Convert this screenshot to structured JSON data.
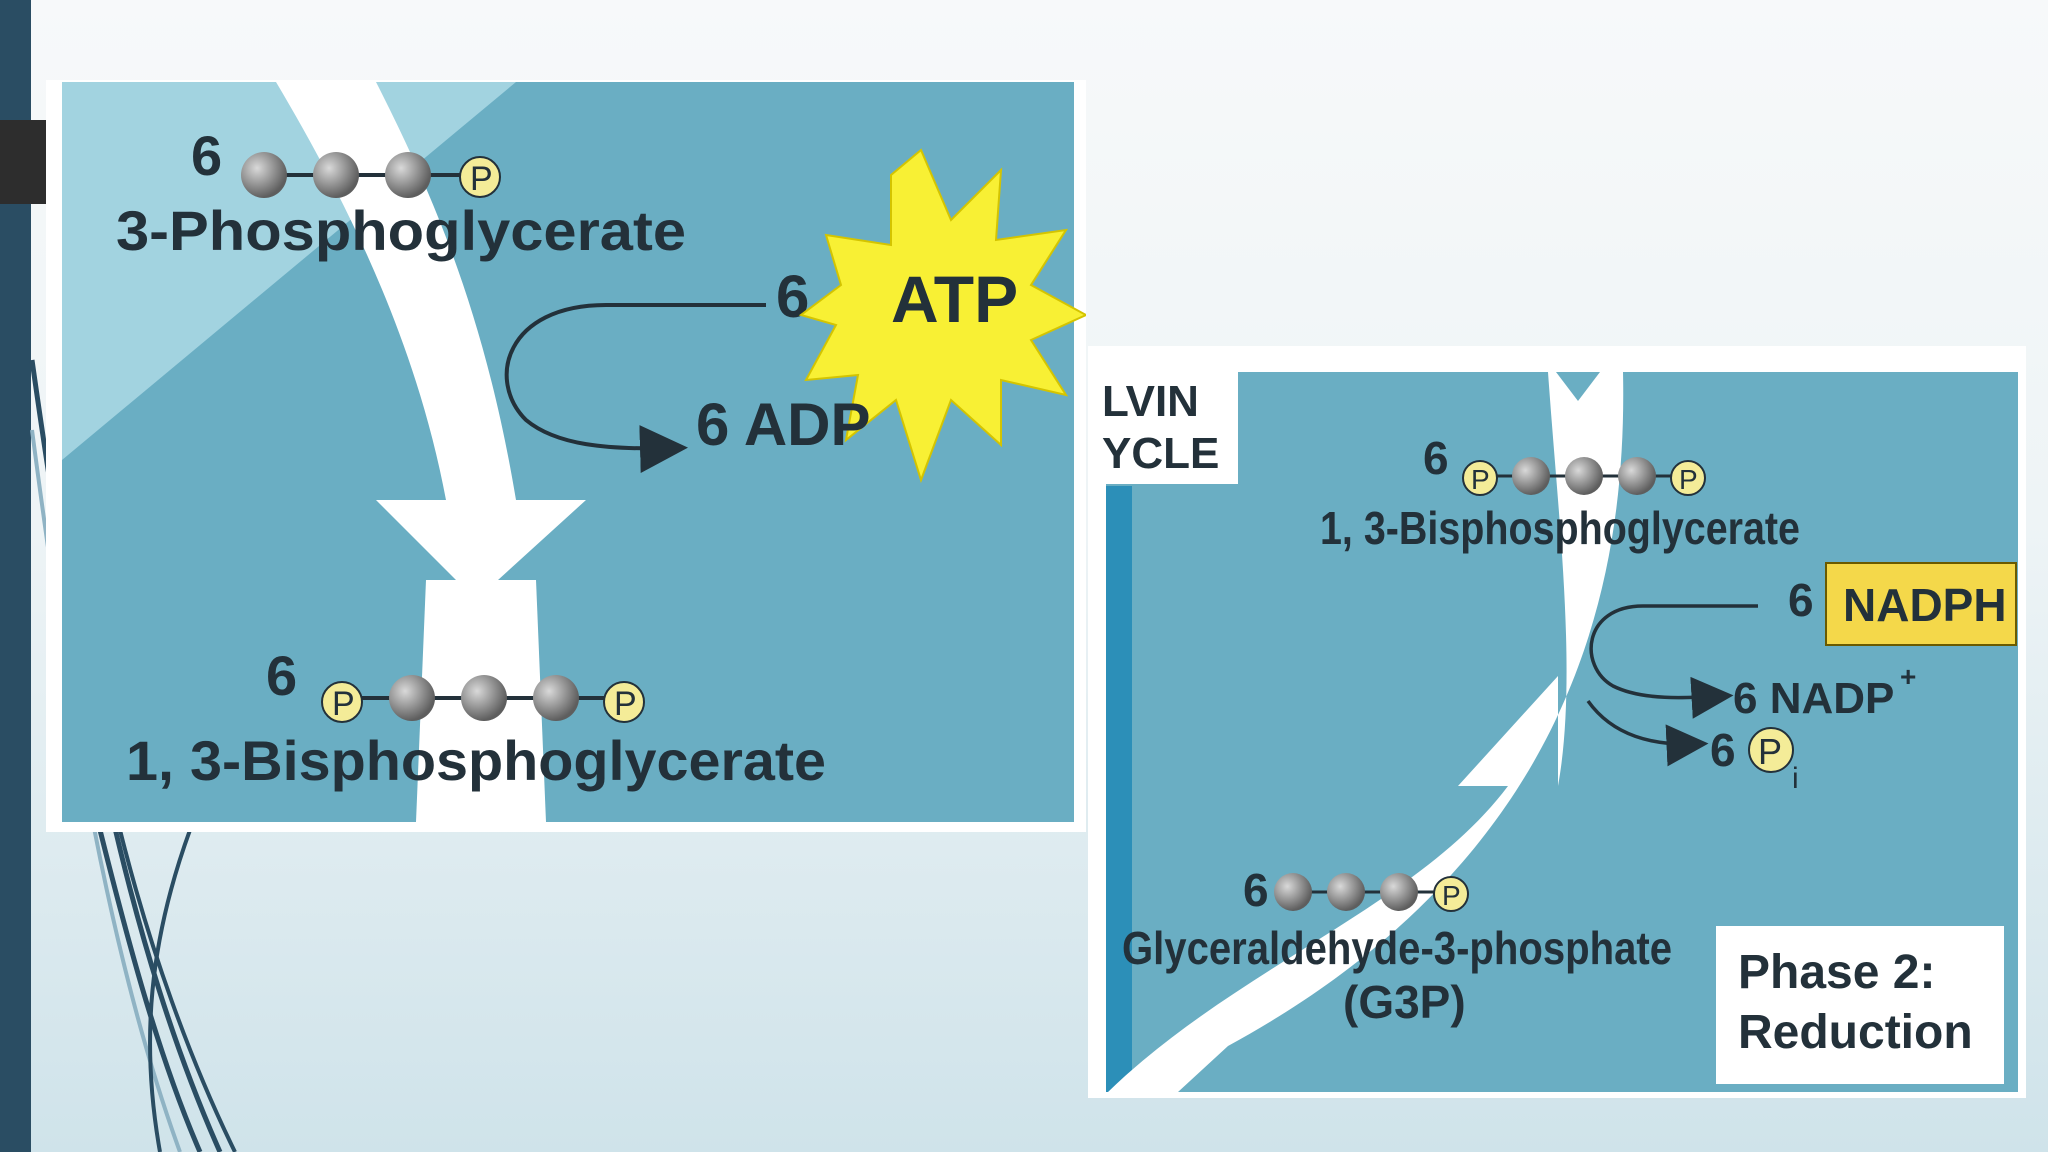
{
  "colors": {
    "slide_bg_top": "#f7f9fa",
    "slide_bg_bottom": "#cfe3ea",
    "left_bar": "#2a4d63",
    "panel_blue": "#6aaec3",
    "panel_light": "#a9d7e3",
    "atp_burst": "#f8f034",
    "nadph_box": "#f4d84a",
    "phosphate": "#f4ec98",
    "carbon": "#7a7a7a"
  },
  "left_panel": {
    "top_count": "6",
    "top_molecule": "3-Phosphoglycerate",
    "atp_count": "6",
    "atp_label": "ATP",
    "adp_label": "6 ADP",
    "bottom_count": "6",
    "bottom_molecule": "1, 3-Bisphosphoglycerate",
    "phosphate_symbol": "P"
  },
  "right_panel": {
    "cycle_title_line1": "LVIN",
    "cycle_title_line2": "YCLE",
    "top_count": "6",
    "top_molecule": "1, 3-Bisphosphoglycerate",
    "nadph_count": "6",
    "nadph_label": "NADPH",
    "nadp_label": "6 NADP",
    "nadp_sup": "+",
    "pi_count": "6",
    "pi_symbol": "P",
    "pi_sub": "i",
    "g3p_count": "6",
    "g3p_molecule": "Glyceraldehyde-3-phosphate",
    "g3p_abbrev": "(G3P)",
    "phase_line1": "Phase 2:",
    "phase_line2": "Reduction",
    "phosphate_symbol": "P"
  }
}
